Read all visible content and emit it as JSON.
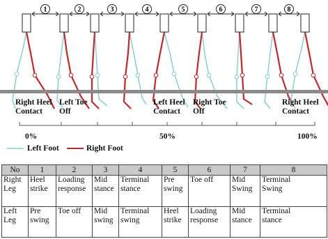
{
  "phases": [
    "1",
    "2",
    "3",
    "4",
    "5",
    "6",
    "7",
    "8"
  ],
  "events": [
    {
      "line1": "Right Heel",
      "line2": "Contact"
    },
    {
      "line1": "Left Toe",
      "line2": "Off"
    },
    {
      "line1": "Left Heel",
      "line2": "Contact"
    },
    {
      "line1": "Right Toe",
      "line2": "Off"
    },
    {
      "line1": "Right Heel",
      "line2": "Contact"
    }
  ],
  "percentages": [
    "0%",
    "50%",
    "100%"
  ],
  "legend": {
    "left_foot": "Left Foot",
    "right_foot": "Right Foot",
    "left_color": "#86cfd6",
    "right_color": "#c62828"
  },
  "table": {
    "header": [
      "No",
      "1",
      "2",
      "3",
      "4",
      "5",
      "6",
      "7",
      "8"
    ],
    "rows": [
      {
        "label": [
          "Right",
          "Leg"
        ],
        "cells": [
          [
            "Heel",
            "strike"
          ],
          [
            "Loading",
            "response"
          ],
          [
            "Mid",
            "stance"
          ],
          [
            "Terminal",
            "stance"
          ],
          [
            "Pre",
            "swing"
          ],
          [
            "Toe off",
            ""
          ],
          [
            "Mid",
            "Swing"
          ],
          [
            "Terminal",
            "Swing"
          ]
        ]
      },
      {
        "label": [
          "Left",
          "Leg"
        ],
        "cells": [
          [
            "Pre",
            "swing"
          ],
          [
            "Toe off",
            ""
          ],
          [
            "Mid",
            "swing"
          ],
          [
            "Terminal",
            "swing"
          ],
          [
            "Heel",
            "strike"
          ],
          [
            "Loading",
            "response"
          ],
          [
            "Mid",
            "stance"
          ],
          [
            "Terminal",
            "stance"
          ]
        ]
      }
    ]
  }
}
